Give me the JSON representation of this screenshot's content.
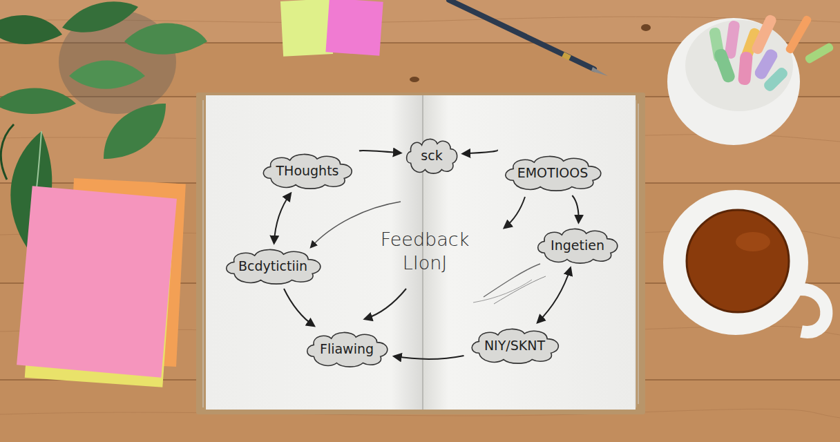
{
  "diagram": {
    "nodes": [
      {
        "text": [
          "THoughts"
        ]
      },
      {
        "text": [
          "sck"
        ]
      },
      {
        "text": [
          "EMOTIOOS"
        ]
      },
      {
        "text": [
          "Ingetien"
        ]
      },
      {
        "text": [
          "NIY/SKNT"
        ]
      },
      {
        "text": [
          "Fliawing"
        ]
      },
      {
        "text": [
          "Bcdytictiin"
        ]
      }
    ],
    "edges": [
      {
        "from": 0,
        "to": 1,
        "arrow": "to"
      },
      {
        "from": 2,
        "to": 1,
        "arrow": "to"
      },
      {
        "from": 2,
        "to": 3,
        "arrow": "to"
      },
      {
        "from": 3,
        "to": 4,
        "arrow": "both"
      },
      {
        "from": 4,
        "to": 5,
        "arrow": "to"
      },
      {
        "from": 6,
        "to": 5,
        "arrow": "to"
      },
      {
        "from": 0,
        "to": 6,
        "arrow": "both"
      }
    ],
    "labels": [
      "Feedback LIonJ"
    ]
  }
}
